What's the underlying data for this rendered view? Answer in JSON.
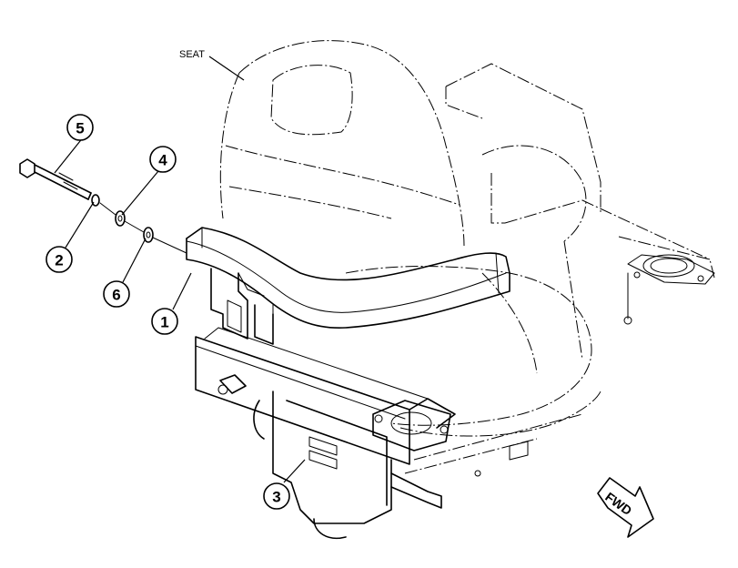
{
  "callouts": [
    {
      "id": "1",
      "text": "1"
    },
    {
      "id": "2",
      "text": "2"
    },
    {
      "id": "3",
      "text": "3"
    },
    {
      "id": "4",
      "text": "4"
    },
    {
      "id": "5",
      "text": "5"
    },
    {
      "id": "6",
      "text": "6"
    }
  ],
  "seat_label": "SEAT",
  "direction_label": "FWD"
}
